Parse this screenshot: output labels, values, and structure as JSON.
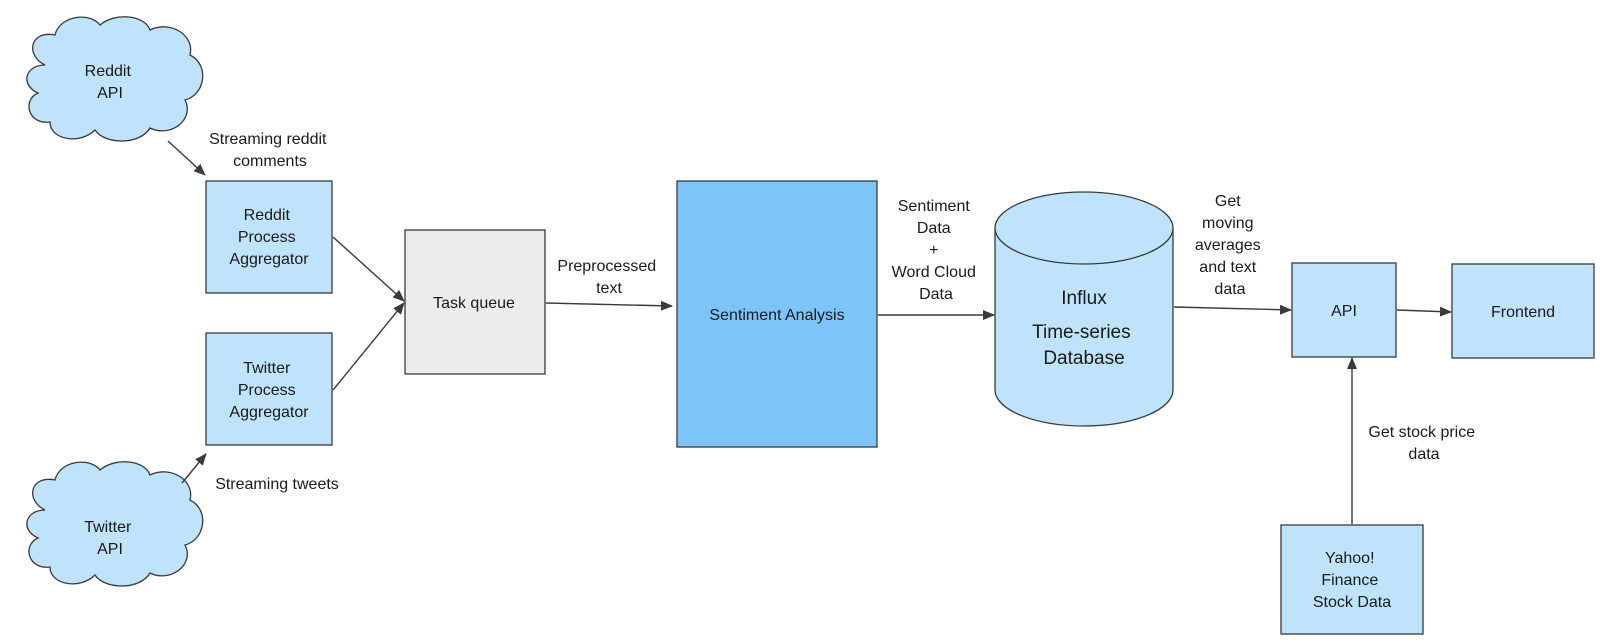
{
  "colors": {
    "light_blue": "#bfe3fb",
    "strong_blue": "#7cc4f9",
    "grey": "#ececec",
    "stroke": "#3a3a3a"
  },
  "nodes": {
    "reddit_api": {
      "lines": [
        "Reddit",
        "API"
      ],
      "shape": "cloud"
    },
    "twitter_api": {
      "lines": [
        "Twitter",
        "API"
      ],
      "shape": "cloud"
    },
    "reddit_aggregator": {
      "lines": [
        "Reddit",
        "Process",
        "Aggregator"
      ],
      "shape": "rect"
    },
    "twitter_aggregator": {
      "lines": [
        "Twitter",
        "Process",
        "Aggregator"
      ],
      "shape": "rect"
    },
    "task_queue": {
      "lines": [
        "Task queue"
      ],
      "shape": "rect"
    },
    "sentiment_analysis": {
      "lines": [
        "Sentiment Analysis"
      ],
      "shape": "rect"
    },
    "influx_db": {
      "lines": [
        "Influx",
        "Time-series",
        "Database"
      ],
      "shape": "cylinder"
    },
    "api": {
      "lines": [
        "API"
      ],
      "shape": "rect"
    },
    "frontend": {
      "lines": [
        "Frontend"
      ],
      "shape": "rect"
    },
    "yahoo_finance": {
      "lines": [
        "Yahoo!",
        "Finance",
        "Stock Data"
      ],
      "shape": "rect"
    }
  },
  "edges": {
    "reddit_stream": {
      "lines": [
        "Streaming reddit",
        "comments"
      ]
    },
    "twitter_stream": {
      "lines": [
        "Streaming tweets"
      ]
    },
    "preprocessed": {
      "lines": [
        "Preprocessed",
        "text"
      ]
    },
    "sentiment_data": {
      "lines": [
        "Sentiment",
        "Data",
        "+",
        "Word Cloud",
        "Data"
      ]
    },
    "moving_averages": {
      "lines": [
        "Get",
        "moving",
        "averages",
        "and text",
        "data"
      ]
    },
    "stock_price": {
      "lines": [
        "Get stock price",
        "data"
      ]
    }
  }
}
